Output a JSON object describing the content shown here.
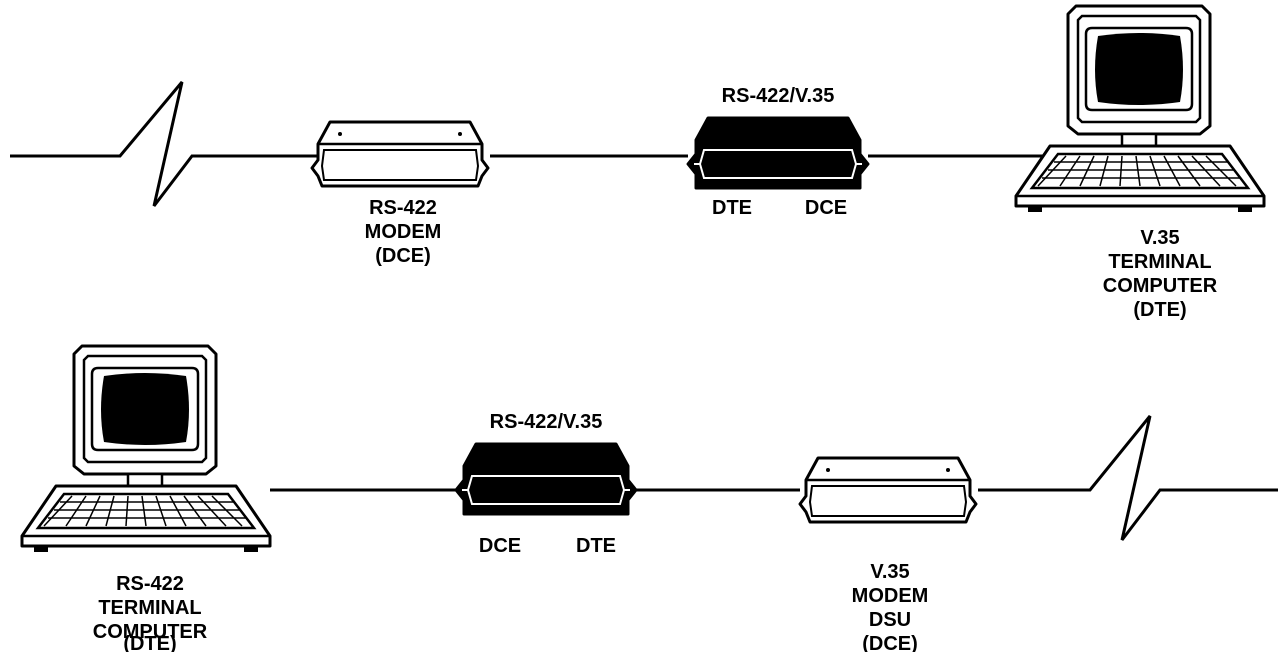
{
  "top_row": {
    "modem_label": [
      "RS-422",
      "MODEM",
      "(DCE)"
    ],
    "converter_title": "RS-422/V.35",
    "converter_left_port": "DTE",
    "converter_right_port": "DCE",
    "computer_label": [
      "V.35",
      "TERMINAL",
      "COMPUTER",
      "(DTE)"
    ]
  },
  "bottom_row": {
    "computer_label": [
      "RS-422",
      "TERMINAL",
      "COMPUTER",
      "(DTE)"
    ],
    "converter_title": "RS-422/V.35",
    "converter_left_port": "DCE",
    "converter_right_port": "DTE",
    "modem_label": [
      "V.35",
      "MODEM",
      "DSU",
      "(DCE)"
    ]
  },
  "icons": {
    "line_break": "lightning-break-icon",
    "modem": "modem-box-icon",
    "converter": "converter-box-icon",
    "computer": "terminal-computer-icon"
  },
  "colors": {
    "line": "#000000",
    "background": "#ffffff"
  }
}
